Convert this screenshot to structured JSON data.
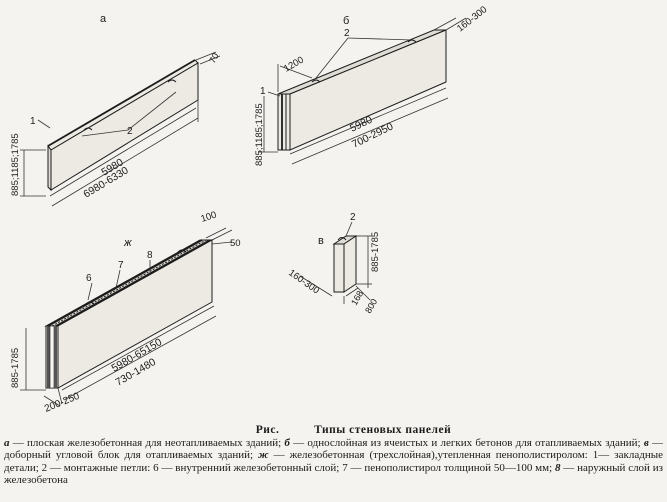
{
  "panel_a": {
    "letter": "а",
    "leader_1": "1",
    "leader_2": "2",
    "dim_thickness": "70",
    "dim_length": "5980",
    "dim_length_range": "6980-6330",
    "dim_height": "885;1185;1785"
  },
  "panel_b": {
    "letter": "б",
    "leader_1": "1",
    "leader_2": "2",
    "dim_1200": "1200",
    "dim_thickness": "160-300",
    "dim_length": "5980",
    "dim_length_range": "700-2950",
    "dim_height": "885;1185;1785"
  },
  "panel_zh": {
    "letter": "ж",
    "leader_6": "6",
    "leader_7": "7",
    "leader_8": "8",
    "dim_100": "100",
    "dim_50": "50",
    "dim_length": "5980-65150",
    "dim_length_range": "730-1480",
    "dim_height": "885-1785",
    "dim_thickness": "200-250"
  },
  "panel_v": {
    "letter": "в",
    "leader_2": "2",
    "dim_height": "885-1785",
    "dim_side": "160-300",
    "dim_168": "168",
    "dim_800": "800"
  },
  "caption": {
    "title_prefix": "Рис.",
    "title": "Типы стеновых панелей",
    "items": [
      {
        "letter": "а",
        "text": " — плоская железобетонная для неотапливаемых зданий; "
      },
      {
        "letter": "б",
        "text": " — однослойная из ячеистых и легких бетонов для отапливаемых зданий; "
      },
      {
        "letter": "в",
        "text": " — доборный угловой блок для отапливаемых зданий; "
      },
      {
        "letter": "ж",
        "text": " — железобетонная (трехслойная),утепленная пенополистиролом: 1— закладные детали; 2 — монтажные петли: 6 — внутренний железобетонный слой; 7 — пенополистирол толщиной 50—100 мм; "
      },
      {
        "letter": "8",
        "text": " — наружный слой из железобетона"
      }
    ]
  }
}
